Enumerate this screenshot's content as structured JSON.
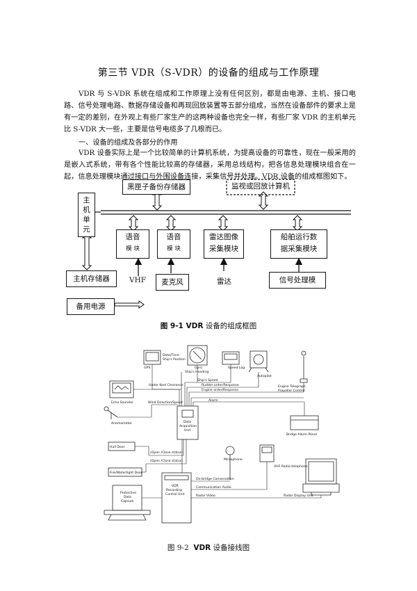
{
  "page": {
    "title": "第三节 VDR（S-VDR）的设备的组成与工作原理",
    "para1": "VDR 与 S-VDR 系统在组成和工作原理上没有任何区别，都是由电源、主机、接口电路、信号处理电路、数据存储设备和再现回放装置等五部分组成，当然在设备部件的要求上是有一定的差别，在外观上有些厂家生产的这两种设备也完全一样，有些厂家 VDR 的主机单元比 S-VDR 大一些，主要是信号电缆多了几根而已。",
    "heading": "一、设备的组成及各部分的作用",
    "para2": "VDR 设备实际上是一个比较简单的计算机系统，为提高设备的可靠性，现在一般采用的是嵌入式系统，带有各个性能比较高的存储器，采用总线结构，把各信息处理模块组合在一起，信息处理模块通过接口与外围设备连接，采集信号并处理。VDR 设备的组成框图如下。"
  },
  "figure1": {
    "host_unit": [
      "主",
      "机",
      "单",
      "元"
    ],
    "blackbox": "黑匣子备份存储器",
    "monitor": "监视或回放计算机",
    "audio1": [
      "语音",
      "模  块"
    ],
    "audio2": [
      "语音",
      "模  块"
    ],
    "radar_mod": [
      "雷达图像",
      "采集模块"
    ],
    "ship_mod": [
      "船舶运行数",
      "据采集模块"
    ],
    "main_storage": "主机存储器",
    "vhf": "VHF",
    "mic": "麦克风",
    "radar": "雷达",
    "signal": "信号处理模",
    "backup_power": "备用电源",
    "caption_num": "图 9-1 VDR",
    "caption_text": " 设备的组成框图"
  },
  "figure2": {
    "labels": {
      "gps": "GPS",
      "datetime": "Date/Time",
      "position": "Ship's Position",
      "gyro": "Gyro",
      "heading": "Ship's Heading",
      "speedlog": "Speed Log",
      "speed": "Ship's Speed",
      "autopilot": "Autopilot",
      "rudder": "Rudder order/Response",
      "engine": "Engine order/Response",
      "telegraph1": "Engine Telegraph",
      "telegraph2": "Propeller Control",
      "keel": "Under Keel Clearance",
      "echo": "Echo Sounder",
      "alarm": "Alarm",
      "wind": "Wind Direction/Speed",
      "anemometer": "Anemometer",
      "dau1": "Data",
      "dau2": "Acquisition",
      "dau3": "Unit",
      "bridge_alarm": "Bridge Alarm Panel",
      "hull": "Hull Door",
      "open1": "(Open /Close status)",
      "open2": "(Open /Close status)",
      "fire": "Fire/Watertight Door",
      "microphone": "Microphone",
      "vhf_tel": "VHF Radio-telephone",
      "capsule1": "Protective",
      "capsule2": "Data",
      "capsule3": "Capsule",
      "vdr1": "VDR",
      "vdr2": "Recording",
      "vdr3": "Control Unit",
      "conversation": "On-bridge Conversation",
      "comm_audio": "Communication Audio",
      "radar_video": "Radar Video",
      "radar_display": "Radar Display Unit"
    },
    "caption_num": "图 9-2",
    "caption_bold": "VDR",
    "caption_text": " 设备接线图"
  }
}
